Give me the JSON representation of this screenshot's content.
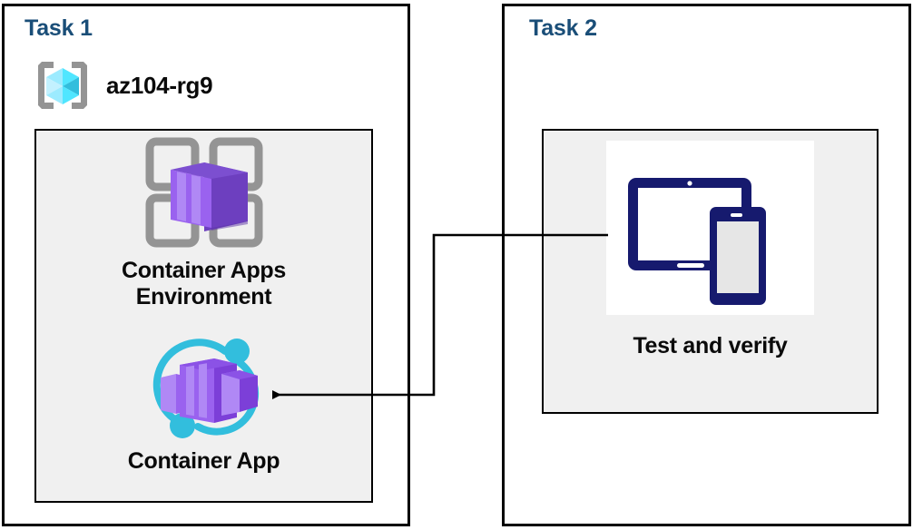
{
  "diagram": {
    "title_color": "#1a4e78",
    "label_color": "#0a0a0a",
    "panel_border_color": "#000000",
    "inner_box_fill": "#f0f0f0",
    "connector_color": "#000000",
    "accent_purple": "#8661c5",
    "accent_cyan": "#32bedd",
    "accent_navy": "#161a6e",
    "icon_gray": "#949494"
  },
  "task1": {
    "title": "Task 1",
    "resource_group": {
      "label": "az104-rg9",
      "icon": "resource-group-icon"
    },
    "nodes": [
      {
        "id": "container-apps-environment",
        "label": "Container Apps\nEnvironment",
        "icon": "container-apps-environment-icon"
      },
      {
        "id": "container-app",
        "label": "Container App",
        "icon": "container-app-icon"
      }
    ]
  },
  "task2": {
    "title": "Task 2",
    "nodes": [
      {
        "id": "test-and-verify",
        "label": "Test and verify",
        "icon": "devices-tablet-phone-icon"
      }
    ]
  },
  "connector": {
    "from": "test-and-verify",
    "to": "container-app",
    "arrow_direction": "left"
  }
}
